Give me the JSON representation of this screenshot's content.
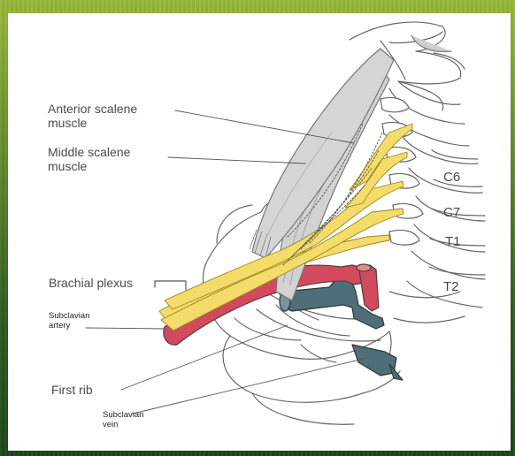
{
  "labels": {
    "anterior_scalene_line1": "Anterior scalene",
    "anterior_scalene_line2": "muscle",
    "middle_scalene_line1": "Middle scalene",
    "middle_scalene_line2": "muscle",
    "brachial_plexus": "Brachial plexus",
    "subclavian_artery_line1": "Subclavian",
    "subclavian_artery_line2": "artery",
    "first_rib": "First rib",
    "subclavian_vein_line1": "Subclavian",
    "subclavian_vein_line2": "vein"
  },
  "vertebra_levels": [
    "C6",
    "C7",
    "T1",
    "T2"
  ],
  "colors": {
    "muscle": "#d0d0d0",
    "nerve": "#f3dc6a",
    "artery": "#d24a5c",
    "vein": "#4f6f78",
    "outline": "#666666"
  }
}
